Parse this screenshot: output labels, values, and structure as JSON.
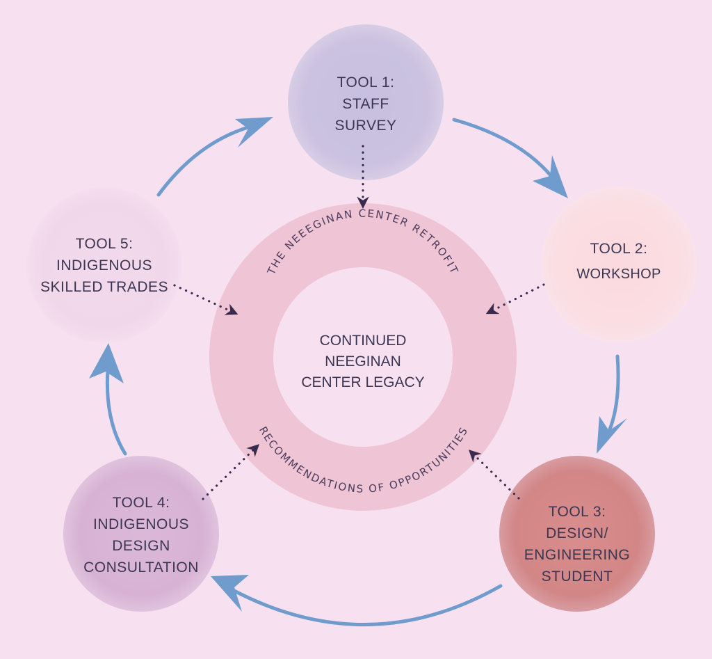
{
  "center": {
    "lines": [
      "CONTINUED",
      "NEEGINAN",
      "CENTER LEGACY"
    ],
    "ring_top_text": "THE NEEEGINAN CENTER RETROFIT",
    "ring_bottom_text": "RECOMMENDATIONS OF OPPORTUNITIES"
  },
  "tools": [
    {
      "lines": [
        "TOOL 1:",
        "STAFF",
        "SURVEY"
      ],
      "color": "#cbc2e1"
    },
    {
      "lines": [
        "TOOL 2:",
        "WORKSHOP"
      ],
      "color": "#fbdde3"
    },
    {
      "lines": [
        "TOOL 3:",
        "DESIGN/",
        "ENGINEERING",
        "STUDENT"
      ],
      "color": "#d5898a"
    },
    {
      "lines": [
        "TOOL 4:",
        "INDIGENOUS",
        "DESIGN",
        "CONSULTATION"
      ],
      "color": "#dbb8d8"
    },
    {
      "lines": [
        "TOOL 5:",
        "INDIGENOUS",
        "SKILLED TRADES"
      ],
      "color": "#f3dbed"
    }
  ],
  "colors": {
    "background": "#f7e1f1",
    "ring": "#efc4d4",
    "ring_inner": "#f7e1f1",
    "cycle_arrow": "#6f9ccd",
    "dotted_arrow": "#3a2b4e",
    "text": "#3b3552"
  }
}
